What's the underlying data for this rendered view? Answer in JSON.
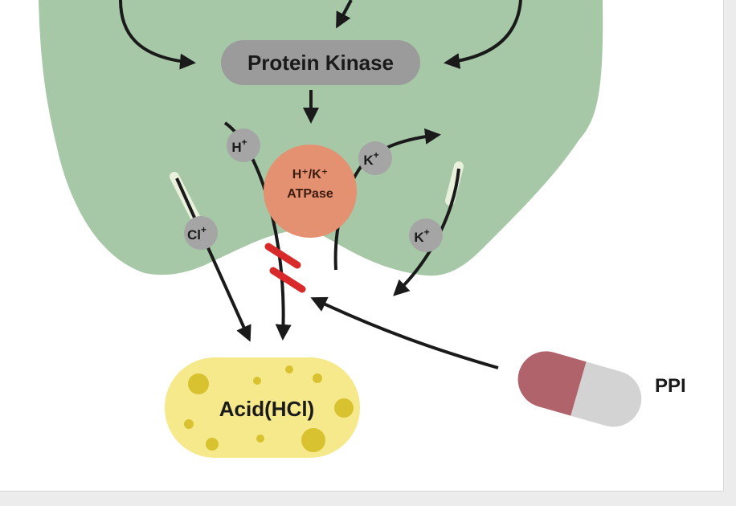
{
  "diagram": {
    "kinase_label": "Protein Kinase",
    "ions": {
      "h": {
        "base": "H",
        "charge": "+"
      },
      "k1": {
        "base": "K",
        "charge": "+"
      },
      "k2": {
        "base": "K",
        "charge": "+"
      },
      "cl": {
        "base": "Cl",
        "charge": "+"
      }
    },
    "atpase": {
      "line1": "H⁺/K⁺",
      "line2": "ATPase"
    },
    "acid_label": "Acid(HCl)",
    "ppi_label": "PPI",
    "colors": {
      "cell": "#a6c8a7",
      "kinase": "#9b9b9b",
      "atpase": "#e49171",
      "acid": "#f6e98c",
      "acid_dots": "#d8c22f",
      "ion": "#a5a5a5",
      "block": "#d82a2a",
      "pill_red": "#b0636b",
      "pill_gray": "#d3d3d3",
      "arrow": "#1a1a1a"
    }
  }
}
